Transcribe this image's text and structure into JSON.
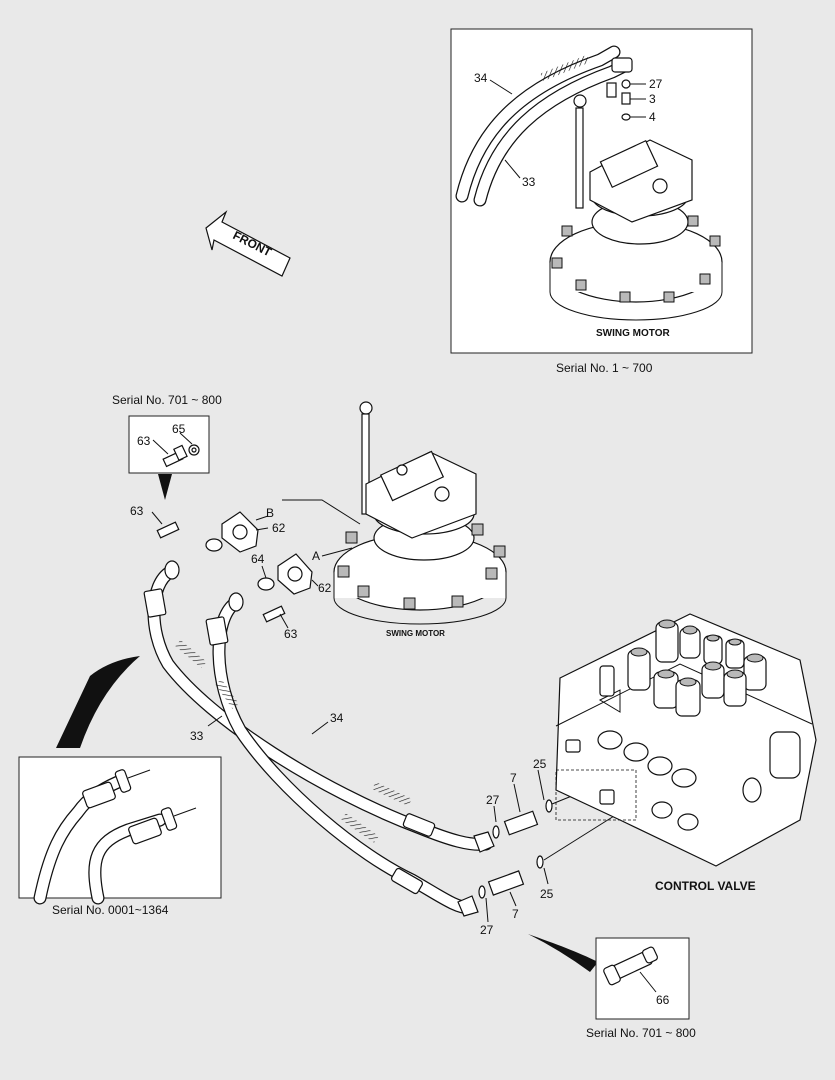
{
  "labels": {
    "swing_motor_top": "SWING MOTOR",
    "swing_motor_main": "SWING MOTOR",
    "control_valve": "CONTROL VALVE",
    "front": "FRONT",
    "serial_top_right": "Serial No. 1 ~ 700",
    "serial_top_left": "Serial No. 701 ~ 800",
    "serial_bottom_left": "Serial No. 0001~1364",
    "serial_bottom_right": "Serial No. 701 ~ 800"
  },
  "callouts": {
    "inset_34": "34",
    "inset_33": "33",
    "inset_27": "27",
    "inset_3": "3",
    "inset_4": "4",
    "sm_63": "63",
    "sm_65": "65",
    "c63a": "63",
    "b": "B",
    "c62a": "62",
    "c64": "64",
    "a": "A",
    "c62b": "62",
    "c63b": "63",
    "c33": "33",
    "c34": "34",
    "c7a": "7",
    "c25a": "25",
    "c27a": "27",
    "c25b": "25",
    "c7b": "7",
    "c27b": "27",
    "c66": "66"
  },
  "colors": {
    "background": "#e9e9e9",
    "panel": "#ffffff",
    "ink": "#111111"
  }
}
